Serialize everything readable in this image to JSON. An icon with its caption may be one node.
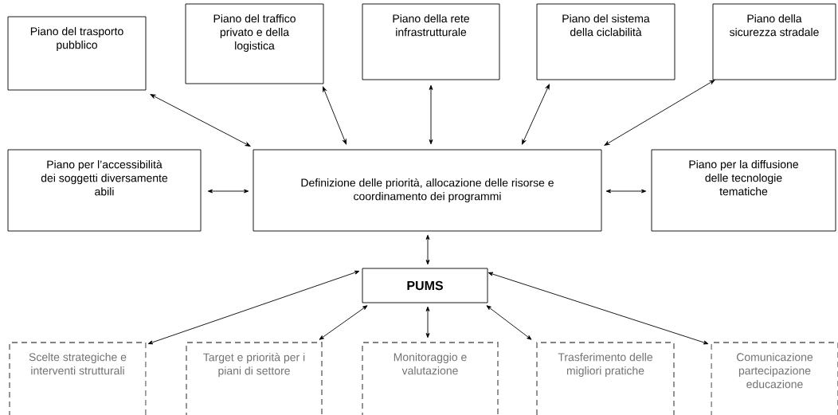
{
  "diagram": {
    "nodes": [
      {
        "text": [
          "Piano del trasporto pubblico"
        ]
      },
      {
        "text": [
          "Piano del traffico privato e della logistica"
        ]
      },
      {
        "text": [
          "Piano della rete infrastrutturale"
        ]
      },
      {
        "text": [
          "Piano del sistema della ciclabilità"
        ]
      },
      {
        "text": [
          "Piano della sicurezza stradale"
        ]
      },
      {
        "text": [
          "Piano per l’accessibilità dei soggetti diversamente abili"
        ]
      },
      {
        "text": [
          "Definizione delle priorità, allocazione delle risorse e coordinamento dei programmi"
        ]
      },
      {
        "text": [
          "Piano per la diffusione delle tecnologie tematiche"
        ]
      },
      {
        "text": [
          "PUMS"
        ]
      },
      {
        "text": [
          "Scelte strategiche e interventi strutturali"
        ]
      },
      {
        "text": [
          "Target e priorità per i piani di settore"
        ]
      },
      {
        "text": [
          "Monitoraggio e valutazione"
        ]
      },
      {
        "text": [
          "Trasferimento delle migliori pratiche"
        ]
      },
      {
        "text": [
          "Comunicazione partecipazione educazione"
        ]
      }
    ],
    "edges": [
      {
        "from": 0,
        "to": 6,
        "arrow": "both"
      },
      {
        "from": 1,
        "to": 6,
        "arrow": "both"
      },
      {
        "from": 2,
        "to": 6,
        "arrow": "both"
      },
      {
        "from": 3,
        "to": 6,
        "arrow": "both"
      },
      {
        "from": 4,
        "to": 6,
        "arrow": "both"
      },
      {
        "from": 5,
        "to": 6,
        "arrow": "both"
      },
      {
        "from": 7,
        "to": 6,
        "arrow": "both"
      },
      {
        "from": 6,
        "to": 8,
        "arrow": "both"
      },
      {
        "from": 8,
        "to": 9,
        "arrow": "both"
      },
      {
        "from": 8,
        "to": 10,
        "arrow": "both"
      },
      {
        "from": 8,
        "to": 11,
        "arrow": "both"
      },
      {
        "from": 8,
        "to": 12,
        "arrow": "both"
      },
      {
        "from": 8,
        "to": 13,
        "arrow": "both"
      }
    ]
  }
}
